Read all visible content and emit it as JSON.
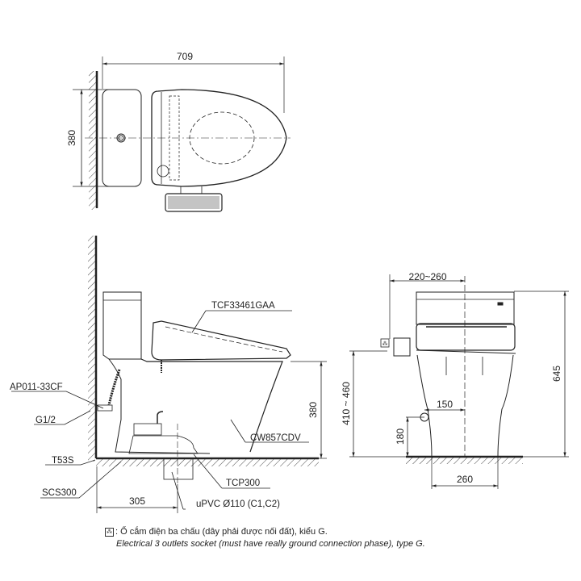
{
  "top_view": {
    "dim_length": "709",
    "dim_width": "380"
  },
  "side_view": {
    "labels": {
      "seat": "TCF33461GAA",
      "bowl": "CW857CDV",
      "valve": "AP011-33CF",
      "thread": "G1/2",
      "t53s": "T53S",
      "scs300": "SCS300",
      "tcp300": "TCP300",
      "pipe": "uPVC Ø110 (C1,C2)"
    },
    "dim_height": "380",
    "dim_rough_in": "305"
  },
  "front_view": {
    "dim_socket_offset": "220~260",
    "dim_total_height": "645",
    "dim_socket_height": "410 ~ 460",
    "dim_inlet_offset": "150",
    "dim_inlet_height": "180",
    "dim_base_width": "260"
  },
  "note": {
    "icon": "electrical-socket-icon",
    "icon_glyph": "⁂",
    "separator": ":",
    "vietnamese": "Ổ cắm điện ba chấu (dây phải được nối đất), kiểu G.",
    "english": "Electrical 3 outlets socket (must have really ground connection phase), type G."
  }
}
